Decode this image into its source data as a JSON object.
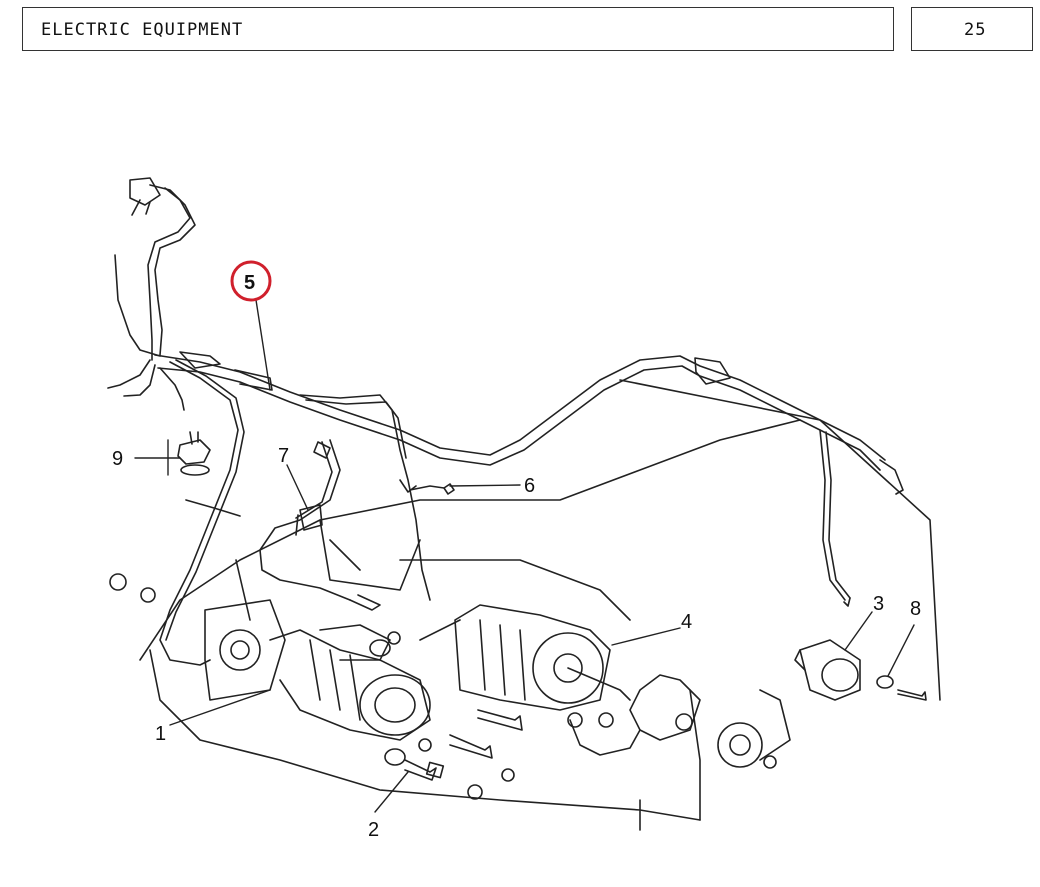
{
  "header": {
    "title": "ELECTRIC EQUIPMENT",
    "page_number": "25"
  },
  "highlight_color": "#d0202c",
  "callouts": [
    {
      "id": "1",
      "label": "1"
    },
    {
      "id": "2",
      "label": "2"
    },
    {
      "id": "3",
      "label": "3"
    },
    {
      "id": "4",
      "label": "4"
    },
    {
      "id": "5",
      "label": "5",
      "highlighted": true
    },
    {
      "id": "6",
      "label": "6"
    },
    {
      "id": "7",
      "label": "7"
    },
    {
      "id": "8",
      "label": "8"
    },
    {
      "id": "9",
      "label": "9"
    }
  ]
}
